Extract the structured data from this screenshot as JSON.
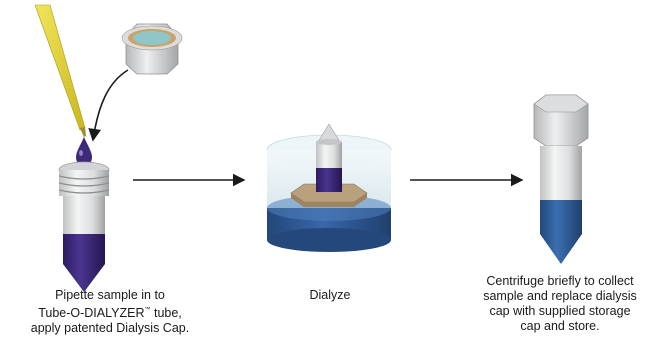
{
  "steps": [
    {
      "id": "pipette",
      "caption_lines": [
        "Pipette sample in to",
        "Tube-O-DIALYZER",
        "tube,",
        "apply patented Dialysis Cap."
      ]
    },
    {
      "id": "dialyze",
      "caption_lines": [
        "Dialyze"
      ]
    },
    {
      "id": "centrifuge",
      "caption_lines": [
        "Centrifuge briefly to collect",
        "sample and replace dialysis",
        "cap with supplied storage",
        "cap and store."
      ]
    }
  ],
  "trademark_symbol": "™",
  "colors": {
    "tube_body": "#e4e5e6",
    "tube_shade": "#a9abad",
    "tube_purple": "#3e2a7a",
    "tube_blue": "#2f5e9c",
    "cap_grey": "#d6d7d9",
    "membrane_teal": "#8fc6c8",
    "membrane_ring": "#c9a46a",
    "pipette_yellow": "#e3d43a",
    "float_tan": "#b9a17e",
    "water_light": "#e3eef2",
    "water_blue": "#2f5e9c",
    "arrow": "#1a1a1a"
  },
  "icons": [
    "pipette-icon",
    "sample-drop-icon",
    "dialysis-cap-icon",
    "tube-icon",
    "float-icon",
    "storage-cap-icon",
    "arrow-icon"
  ]
}
